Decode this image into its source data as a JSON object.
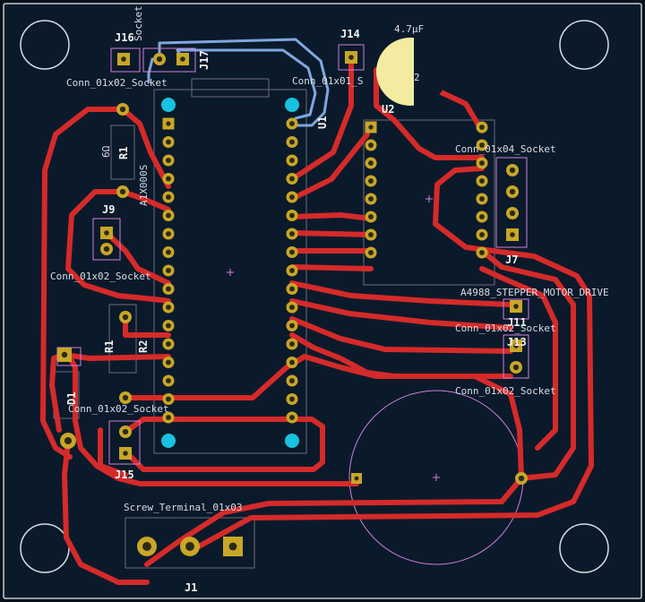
{
  "colors": {
    "background": "#06111c",
    "board_fill": "#0b1a2a",
    "board_edge": "#c9c9c9",
    "copper_front": "#d52a2a",
    "copper_back": "#7fa7e0",
    "pad": "#c8a628",
    "pad_hole": "#2a2a1a",
    "via_cyan": "#18c2e0",
    "courtyard": "#d07de0",
    "silkscreen": "#d8dde4",
    "fab_box": "#6e6a7c",
    "capacitor_body": "#f3eca0"
  },
  "labels": {
    "j16": "J16",
    "j16_value": "Socket",
    "j17": "J17",
    "j14": "J14",
    "j14_value": "Conn_01x01_S",
    "cap_value": "4.7µF",
    "c_ref": "2",
    "u1": "U1",
    "u2": "U2",
    "conn_01x02_a": "Conn_01x02_Socket",
    "r1_value": "6Ω",
    "r1": "R1",
    "r1_part": "A1X000S",
    "j9": "J9",
    "conn_01x02_b": "Conn_01x02_Socket",
    "conn_01x04": "Conn_01x04_Socket",
    "j7": "J7",
    "a4988": "A4988_STEPPER_MOTOR_DRIVE",
    "j11": "J11",
    "conn_01x02_c": "Conn_01x02_Socket",
    "j13": "J13",
    "conn_01x02_d": "Conn_01x02_Socket",
    "r2_a": "R1",
    "r2_b": "R2",
    "d1": "D1",
    "conn_01x02_e": "Conn_01x02_Socket",
    "j15": "J15",
    "screw_terminal": "Screw_Terminal_01x03",
    "j1": "J1"
  }
}
